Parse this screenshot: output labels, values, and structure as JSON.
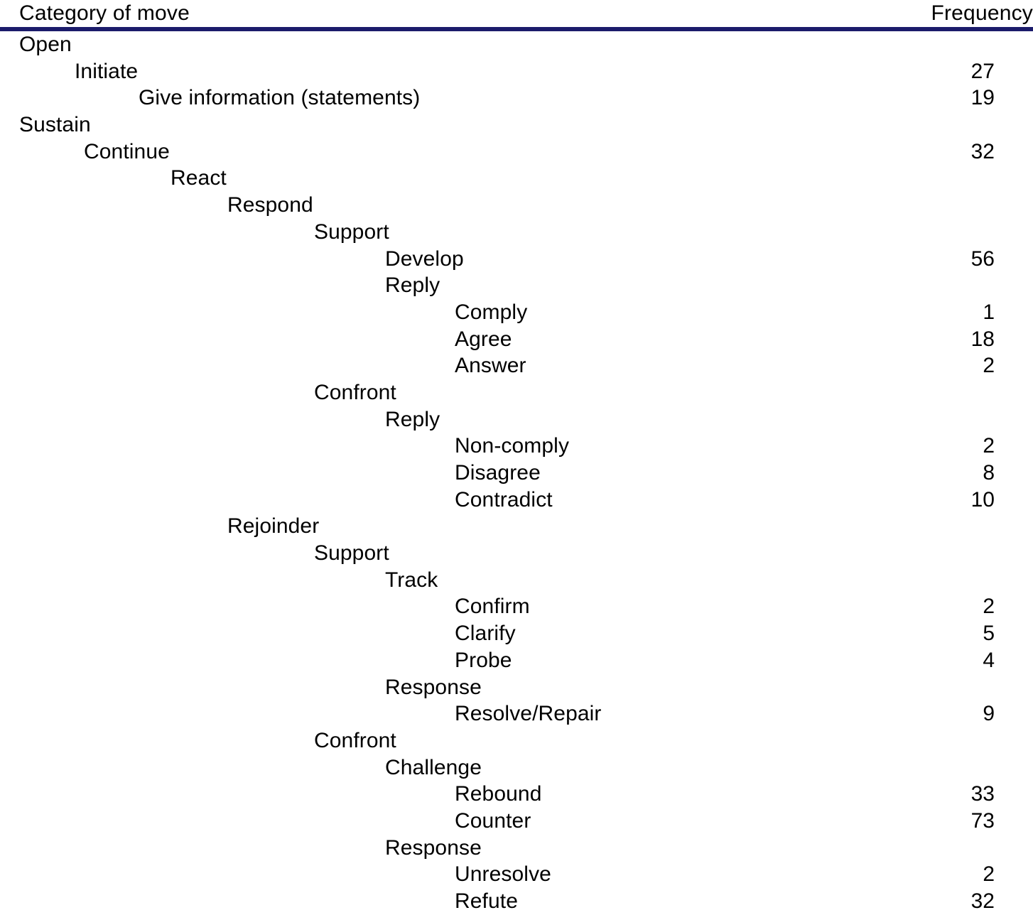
{
  "table": {
    "columns": {
      "category": "Category of move",
      "frequency": "Frequency"
    },
    "rule_color": "#1b1b6b",
    "rows": [
      {
        "label": "Open",
        "indent": 0,
        "freq": ""
      },
      {
        "label": "Initiate",
        "indent": 1,
        "freq": "27"
      },
      {
        "label": "Give information (statements)",
        "indent": 2,
        "freq": "19"
      },
      {
        "label": "Sustain",
        "indent": 0,
        "freq": ""
      },
      {
        "label": "Continue",
        "indent": 1,
        "freq": "32"
      },
      {
        "label": "React",
        "indent": 3,
        "freq": ""
      },
      {
        "label": "Respond",
        "indent": 4,
        "freq": ""
      },
      {
        "label": "Support",
        "indent": 5,
        "freq": ""
      },
      {
        "label": "Develop",
        "indent": 6,
        "freq": "56"
      },
      {
        "label": "Reply",
        "indent": 6,
        "freq": ""
      },
      {
        "label": "Comply",
        "indent": 7,
        "freq": "1"
      },
      {
        "label": "Agree",
        "indent": 7,
        "freq": "18"
      },
      {
        "label": "Answer",
        "indent": 7,
        "freq": "2"
      },
      {
        "label": "Confront",
        "indent": 5,
        "freq": ""
      },
      {
        "label": "Reply",
        "indent": 6,
        "freq": ""
      },
      {
        "label": "Non-comply",
        "indent": 7,
        "freq": "2"
      },
      {
        "label": "Disagree",
        "indent": 7,
        "freq": "8"
      },
      {
        "label": "Contradict",
        "indent": 7,
        "freq": "10"
      },
      {
        "label": "Rejoinder",
        "indent": 4,
        "freq": ""
      },
      {
        "label": "Support",
        "indent": 5,
        "freq": ""
      },
      {
        "label": "Track",
        "indent": 6,
        "freq": ""
      },
      {
        "label": "Confirm",
        "indent": 7,
        "freq": "2"
      },
      {
        "label": "Clarify",
        "indent": 7,
        "freq": "5"
      },
      {
        "label": "Probe",
        "indent": 7,
        "freq": "4"
      },
      {
        "label": "Response",
        "indent": 6,
        "freq": ""
      },
      {
        "label": "Resolve/Repair",
        "indent": 7,
        "freq": "9"
      },
      {
        "label": "Confront",
        "indent": 5,
        "freq": ""
      },
      {
        "label": "Challenge",
        "indent": 6,
        "freq": ""
      },
      {
        "label": "Rebound",
        "indent": 7,
        "freq": "33"
      },
      {
        "label": "Counter",
        "indent": 7,
        "freq": "73"
      },
      {
        "label": "Response",
        "indent": 6,
        "freq": ""
      },
      {
        "label": "Unresolve",
        "indent": 7,
        "freq": "2"
      },
      {
        "label": "Refute",
        "indent": 7,
        "freq": "32"
      }
    ]
  },
  "chart_data": {
    "type": "table",
    "title": "Category of move",
    "columns": [
      "Category of move",
      "Frequency"
    ],
    "categories": [
      "Initiate",
      "Give information (statements)",
      "Continue",
      "Develop",
      "Comply",
      "Agree",
      "Answer",
      "Non-comply",
      "Disagree",
      "Contradict",
      "Confirm",
      "Clarify",
      "Probe",
      "Resolve/Repair",
      "Rebound",
      "Counter",
      "Unresolve",
      "Refute"
    ],
    "values": [
      27,
      19,
      32,
      56,
      1,
      18,
      2,
      2,
      8,
      10,
      2,
      5,
      4,
      9,
      33,
      73,
      2,
      32
    ],
    "xlabel": "Category of move",
    "ylabel": "Frequency"
  }
}
